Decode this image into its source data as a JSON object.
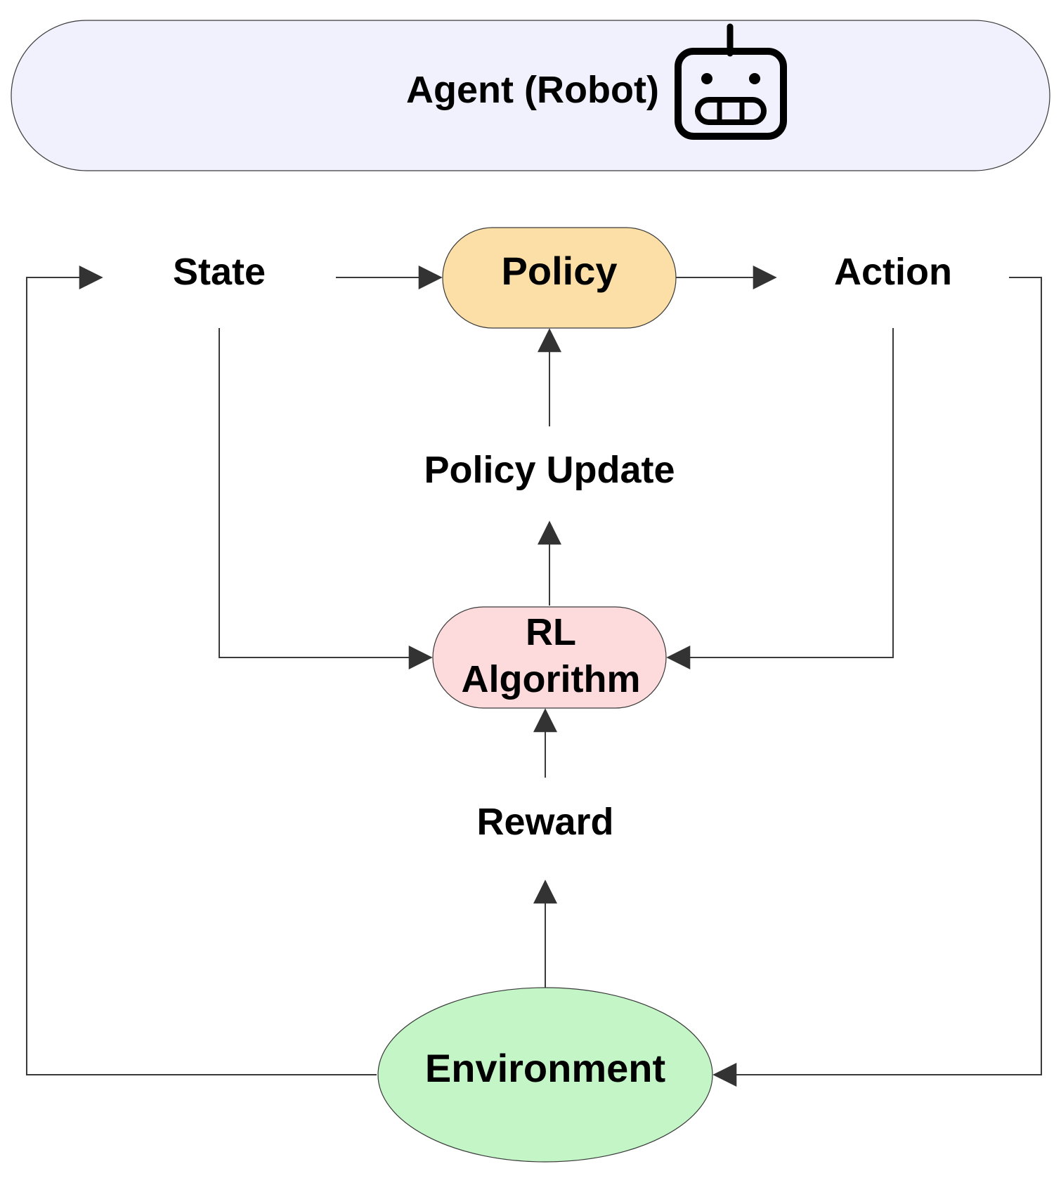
{
  "agent": {
    "title": "Agent (Robot)",
    "icon": "robot-icon"
  },
  "nodes": {
    "state": "State",
    "policy": "Policy",
    "action": "Action",
    "policy_update": "Policy Update",
    "rl_algorithm_line1": "RL",
    "rl_algorithm_line2": "Algorithm",
    "reward": "Reward",
    "environment": "Environment"
  },
  "colors": {
    "agent_fill": "#f0f1fd",
    "policy_fill": "#fbdfa6",
    "rl_algorithm_fill": "#fddadb",
    "environment_fill": "#c3f5c6",
    "edge": "#3a3a3a"
  }
}
